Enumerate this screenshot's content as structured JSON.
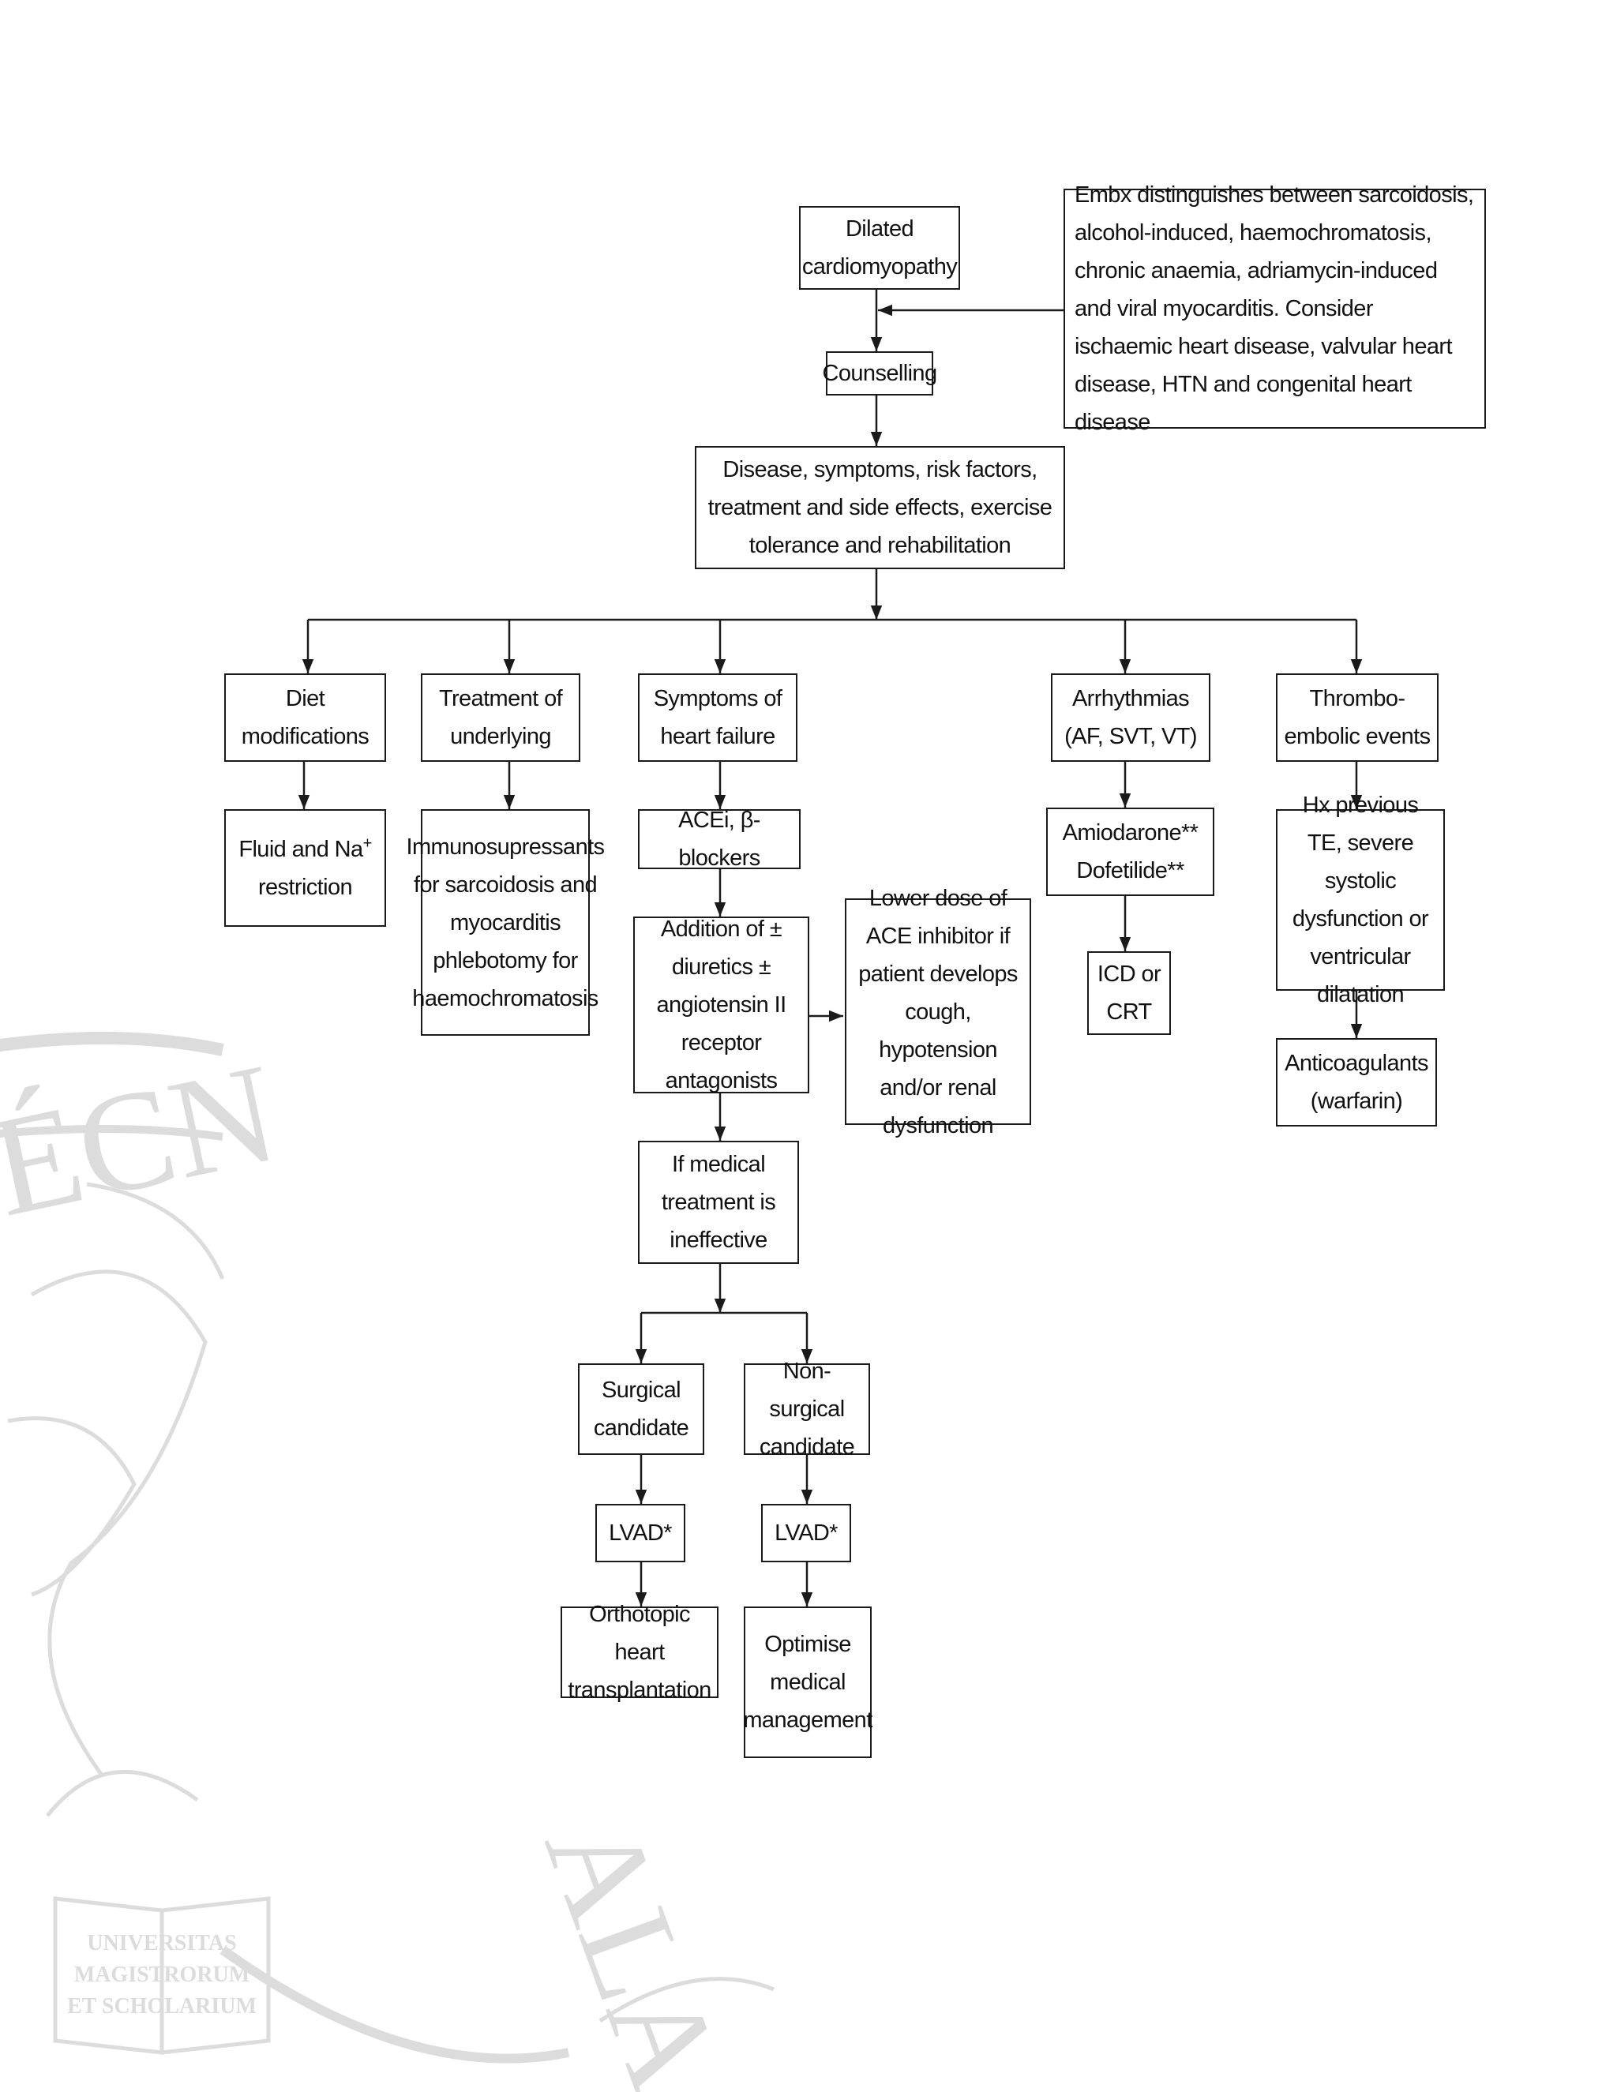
{
  "colors": {
    "line": "#1a1a1a",
    "watermark": "#dcdcdc",
    "background": "#ffffff"
  },
  "watermark": {
    "book_text": [
      "UNIVERSITAS",
      "MAGISTRORUM",
      "ET SCHOLARIUM"
    ],
    "letters_left": "ÉCN",
    "letters_bottom": "ALA"
  },
  "nodes": {
    "dilated": "Dilated cardiomyopathy",
    "embx_note": "Embx distinguishes between sarcoidosis, alcohol-induced, haemochromatosis, chronic anaemia, adriamycin-induced and viral myocarditis. Consider ischaemic heart disease, valvular heart disease, HTN and congenital heart disease",
    "counselling": "Counselling",
    "disease": "Disease, symptoms, risk factors, treatment and side effects, exercise tolerance and rehabilitation",
    "diet": "Diet modifications",
    "treatment_underlying": "Treatment of underlying",
    "symptoms_hf": "Symptoms of heart failure",
    "arrhythmias": "Arrhythmias (AF, SVT, VT)",
    "thrombo": "Thrombo-embolic events",
    "fluid_prefix": "Fluid and Na",
    "fluid_sup": "+",
    "fluid_suffix": "restriction",
    "immuno": "Immunosupressants for sarcoidosis and myocarditis phlebotomy for haemochromatosis",
    "acei": "ACEi, β-blockers",
    "addition": "Addition of ± diuretics ± angiotensin II receptor antagonists",
    "lower_dose": "Lower dose of ACE inhibitor if patient develops cough, hypotension and/or renal dysfunction",
    "amiodarone": "Amiodarone** Dofetilide**",
    "icd": "ICD or CRT",
    "hx": "Hx previous TE, severe systolic dysfunction or ventricular dilatation",
    "anticoag": "Anticoagulants (warfarin)",
    "if_medical": "If medical treatment is ineffective",
    "surgical": "Surgical candidate",
    "nonsurgical": "Non-surgical candidate",
    "lvad_left": "LVAD*",
    "lvad_right": "LVAD*",
    "orthotopic": "Orthotopic heart transplantation",
    "optimise": "Optimise medical management"
  }
}
